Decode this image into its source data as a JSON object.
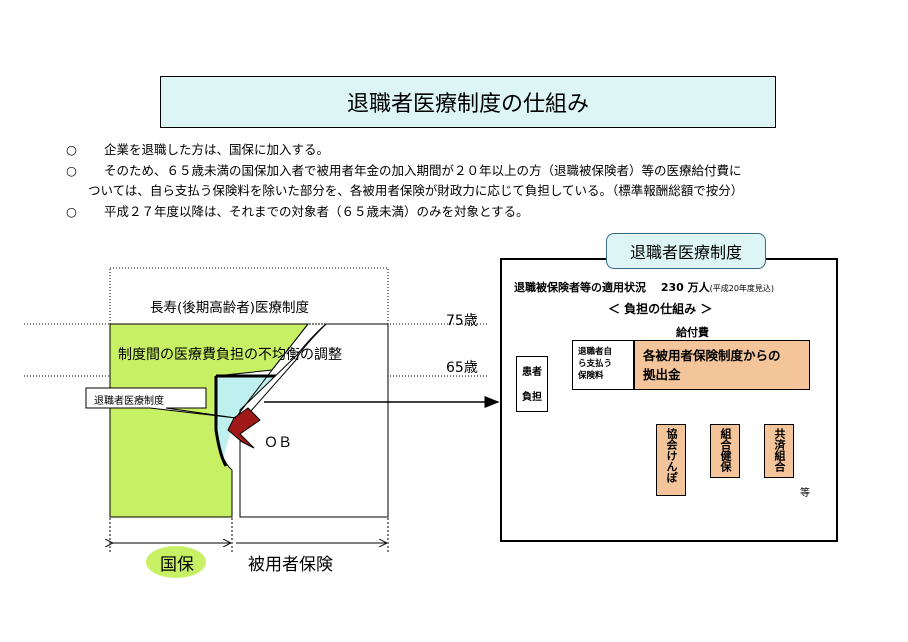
{
  "title": "退職者医療制度の仕組み",
  "bullets": [
    {
      "mark": "○",
      "text": "企業を退職した方は、国保に加入する。"
    },
    {
      "mark": "○",
      "text": "そのため、６５歳未満の国保加入者で被用者年金の加入期間が２０年以上の方（退職被保険者）等の医療給付費に"
    },
    {
      "mark": "",
      "text": "ついては、自ら支払う保険料を除いた部分を、各被用者保険が財政力に応じて負担している。（標準報酬総額で按分）"
    },
    {
      "mark": "○",
      "text": "平成２７年度以降は、それまでの対象者（６５歳未満）のみを対象とする。"
    }
  ],
  "left_diagram": {
    "elderly_label": "長寿(後期高齢者)医療制度",
    "age75": "75歳",
    "age65": "65歳",
    "adjust_label": "制度間の医療費負担の不均衡の調整",
    "callout": "退職者医療制度",
    "ob": "ＯＢ",
    "kokuho": "国保",
    "employee": "被用者保険"
  },
  "right_panel": {
    "title": "退職者医療制度",
    "status": "退職被保険者等の適用状況　 230 万人",
    "status_note": "(平成20年度見込)",
    "burden_title": "＜ 負担の仕組み ＞",
    "benefit": "給付費",
    "patient": "患者",
    "patient2": "負担",
    "self_pay": [
      "退職者自",
      "ら支払う",
      "保険料"
    ],
    "contribution": [
      "各被用者保険制度からの",
      "拠出金"
    ],
    "insurers": [
      "協会けんぽ",
      "組合健保",
      "共済組合"
    ],
    "etc": "等"
  }
}
